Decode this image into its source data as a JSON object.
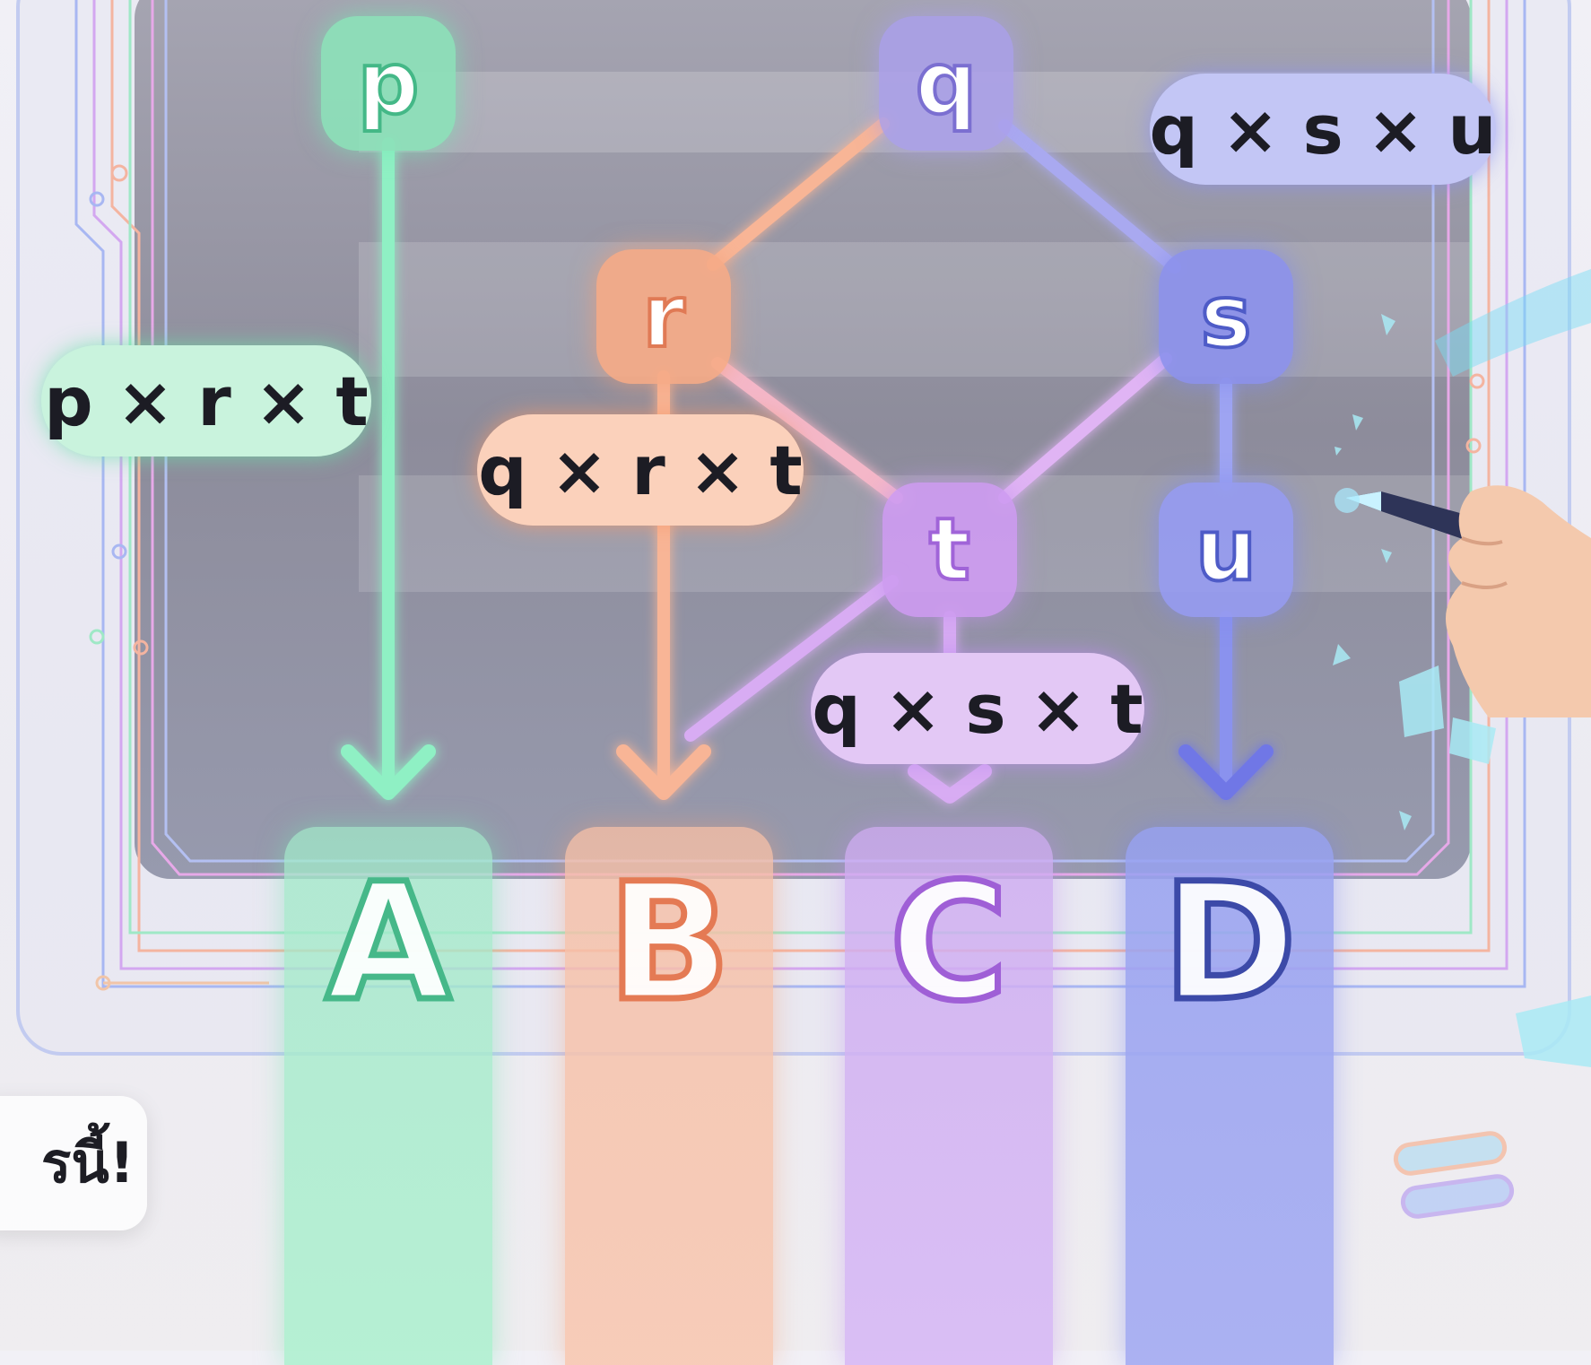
{
  "nodes": {
    "p": "p",
    "q": "q",
    "r": "r",
    "s": "s",
    "t": "t",
    "u": "u"
  },
  "products": {
    "p_r_t": "p × r × t",
    "q_r_t": "q × r × t",
    "q_s_t": "q × s × t",
    "q_s_u": "q × s × u"
  },
  "answers": {
    "a": "A",
    "b": "B",
    "c": "C",
    "d": "D"
  },
  "callout": "รนี้!",
  "colors": {
    "green": "#7fe6b3",
    "orange": "#f6a983",
    "purple": "#c99af0",
    "blue": "#7f86ec",
    "board": "#8f8e9e"
  },
  "icons": [
    "menu-icon",
    "hand-icon",
    "pen-icon"
  ]
}
